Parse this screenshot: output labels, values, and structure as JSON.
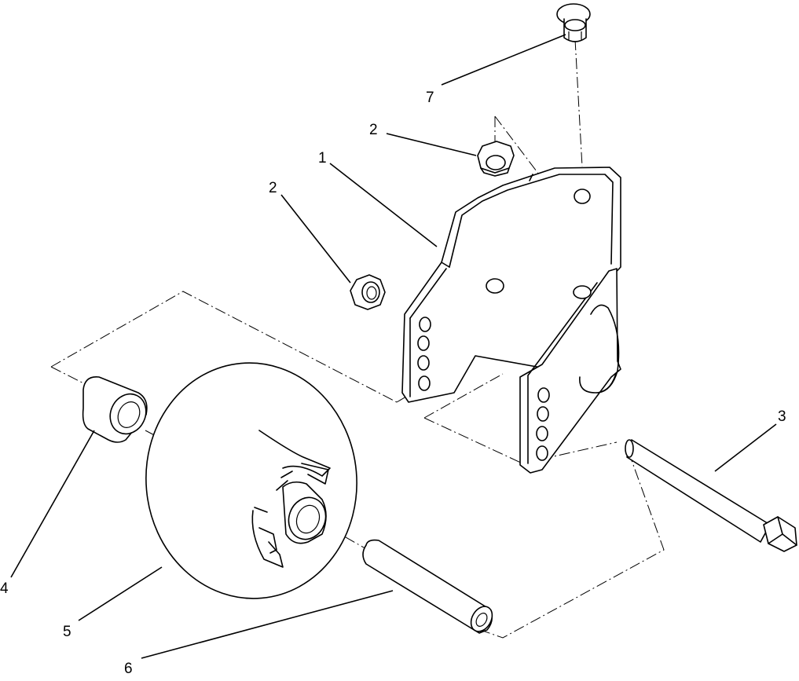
{
  "callouts": [
    {
      "id": "part-7",
      "text": "7"
    },
    {
      "id": "part-2a",
      "text": "2"
    },
    {
      "id": "part-1",
      "text": "1"
    },
    {
      "id": "part-2b",
      "text": "2"
    },
    {
      "id": "part-3",
      "text": "3"
    },
    {
      "id": "part-4",
      "text": "4"
    },
    {
      "id": "part-5",
      "text": "5"
    },
    {
      "id": "part-6",
      "text": "6"
    }
  ]
}
